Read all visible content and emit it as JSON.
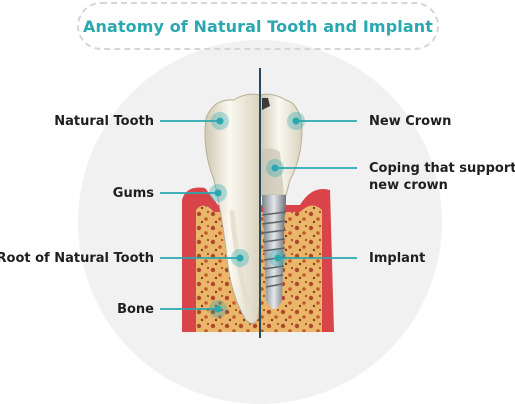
{
  "title": "Anatomy of Natural Tooth and Implant",
  "labels_left": [
    {
      "id": "natural-tooth",
      "text": "Natural Tooth"
    },
    {
      "id": "gums",
      "text": "Gums"
    },
    {
      "id": "root",
      "text": "Root of Natural Tooth"
    },
    {
      "id": "bone",
      "text": "Bone"
    }
  ],
  "labels_right": [
    {
      "id": "new-crown",
      "text": "New Crown"
    },
    {
      "id": "coping-line1",
      "text": "Coping that supports"
    },
    {
      "id": "coping-line2",
      "text": "new crown"
    },
    {
      "id": "implant",
      "text": "Implant"
    }
  ],
  "colors": {
    "accent": "#2aa8b0",
    "gum": "#d9434a",
    "bone": "#e9b567",
    "tooth": "#f2efe4",
    "background_circle": "#f1f1f1"
  }
}
